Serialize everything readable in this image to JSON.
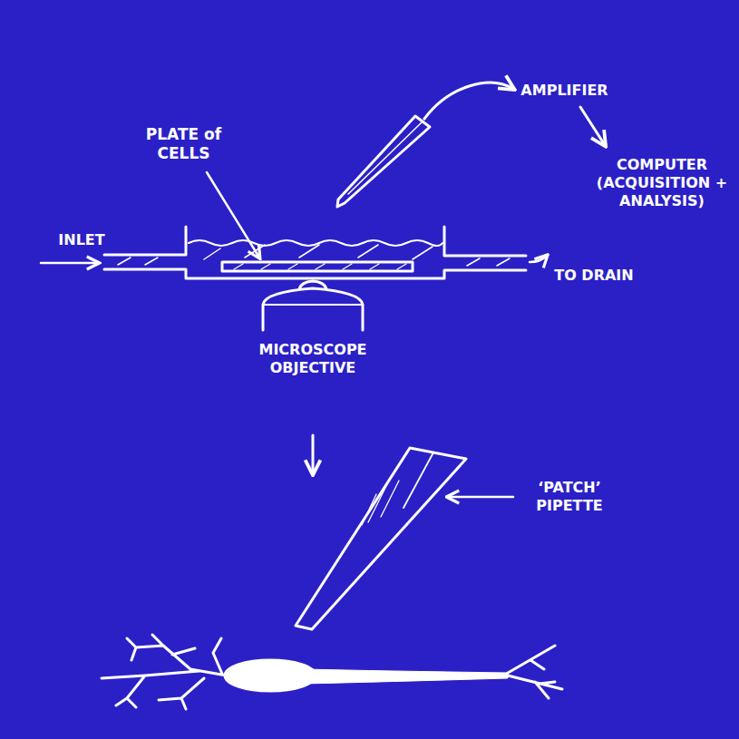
{
  "diagram": {
    "labels": [
      "AMPLIFIER",
      "COMPUTER (ACQUISITION + ANALYSIS)",
      "PLATE of CELLS",
      "INLET",
      "TO DRAIN",
      "MICROSCOPE OBJECTIVE",
      "‘PATCH’ PIPETTE"
    ]
  }
}
